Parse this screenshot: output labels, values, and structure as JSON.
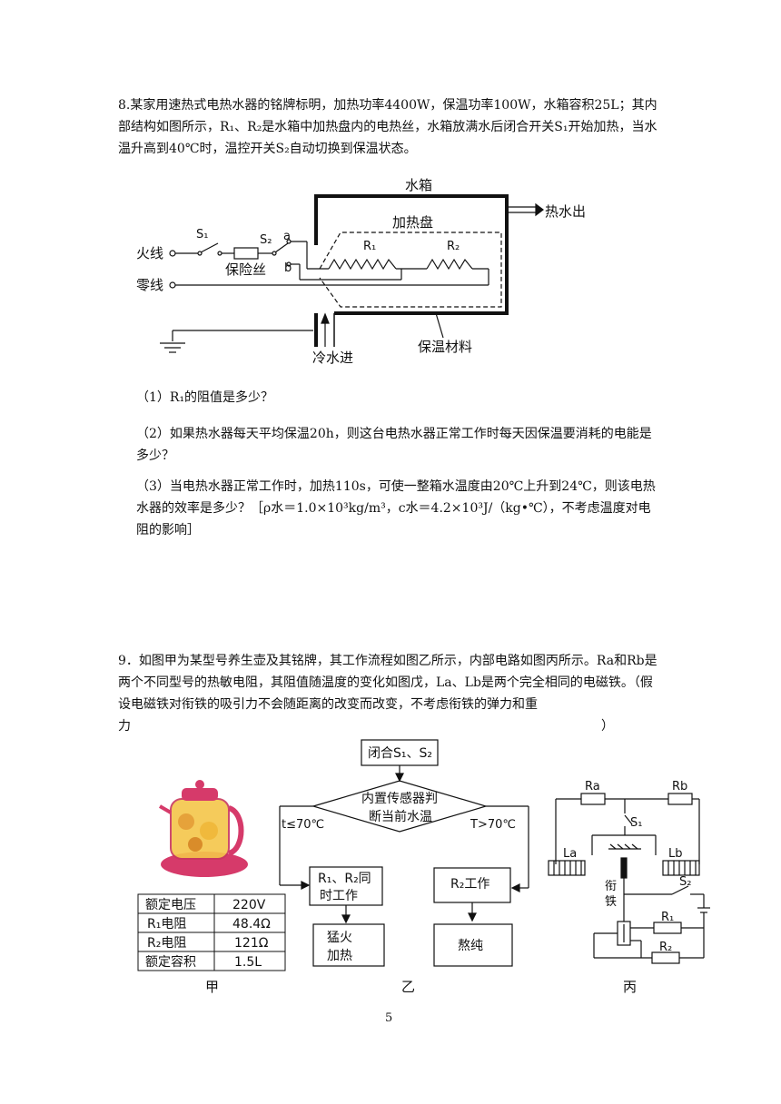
{
  "q8": {
    "stem": "8.某家用速热式电热水器的铭牌标明，加热功率4400W，保温功率100W，水箱容积25L；其内部结构如图所示，R₁、R₂是水箱中加热盘内的电热丝，水箱放满水后闭合开关S₁开始加热，当水温升高到40℃时，温控开关S₂自动切换到保温状态。",
    "sub1": "（1）R₁的阻值是多少？",
    "sub2": "（2）如果热水器每天平均保温20h，则这台电热水器正常工作时每天因保温要消耗的电能是多少？",
    "sub3": "（3）当电热水器正常工作时，加热110s，可使一整箱水温度由20℃上升到24℃，则该电热水器的效率是多少？［ρ水＝1.0×10³kg/m³，c水＝4.2×10³J/（kg•℃），不考虑温度对电阻的影响］",
    "diagram": {
      "tank": "水箱",
      "hot_out": "热水出",
      "heater": "加热盘",
      "live": "火线",
      "neutral": "零线",
      "s1": "S₁",
      "s2": "S₂",
      "a": "a",
      "b": "b",
      "fuse": "保险丝",
      "r1": "R₁",
      "r2": "R₂",
      "insulation": "保温材料",
      "cold_in": "冷水进"
    }
  },
  "q9": {
    "stem": "9．如图甲为某型号养生壶及其铭牌，其工作流程如图乙所示，内部电路如图丙所示。Ra和Rb是两个不同型号的热敏电阻，其阻值随温度的变化如图戊，La、Lb是两个完全相同的电磁铁。（假设电磁铁对衔铁的吸引力不会随距离的改变而改变，不考虑衔铁的弹力和重力　　　　　　　　　　　　　　　　　　　　　　　　　　　　　　　　　　　　　）",
    "nameplate": [
      [
        "额定电压",
        "220V"
      ],
      [
        "R₁电阻",
        "48.4Ω"
      ],
      [
        "R₂电阻",
        "121Ω"
      ],
      [
        "额定容积",
        "1.5L"
      ]
    ],
    "flow": {
      "start": "闭合S₁、S₂",
      "decision_line1": "内置传感器判",
      "decision_line2": "断当前水温",
      "left_cond": "t≤70℃",
      "right_cond": "T>70℃",
      "left_box_line1": "R₁、R₂同",
      "left_box_line2": "时工作",
      "left_result_line1": "猛火",
      "left_result_line2": "加热",
      "right_box": "R₂工作",
      "right_result": "熬纯"
    },
    "circuit": {
      "ra": "Ra",
      "rb": "Rb",
      "la": "La",
      "lb": "Lb",
      "s1": "S₁",
      "s2": "S₂",
      "armature1": "衔",
      "armature2": "铁",
      "r1": "R₁",
      "r2": "R₂"
    },
    "captions": [
      "甲",
      "乙",
      "丙"
    ]
  },
  "page_number": "5"
}
